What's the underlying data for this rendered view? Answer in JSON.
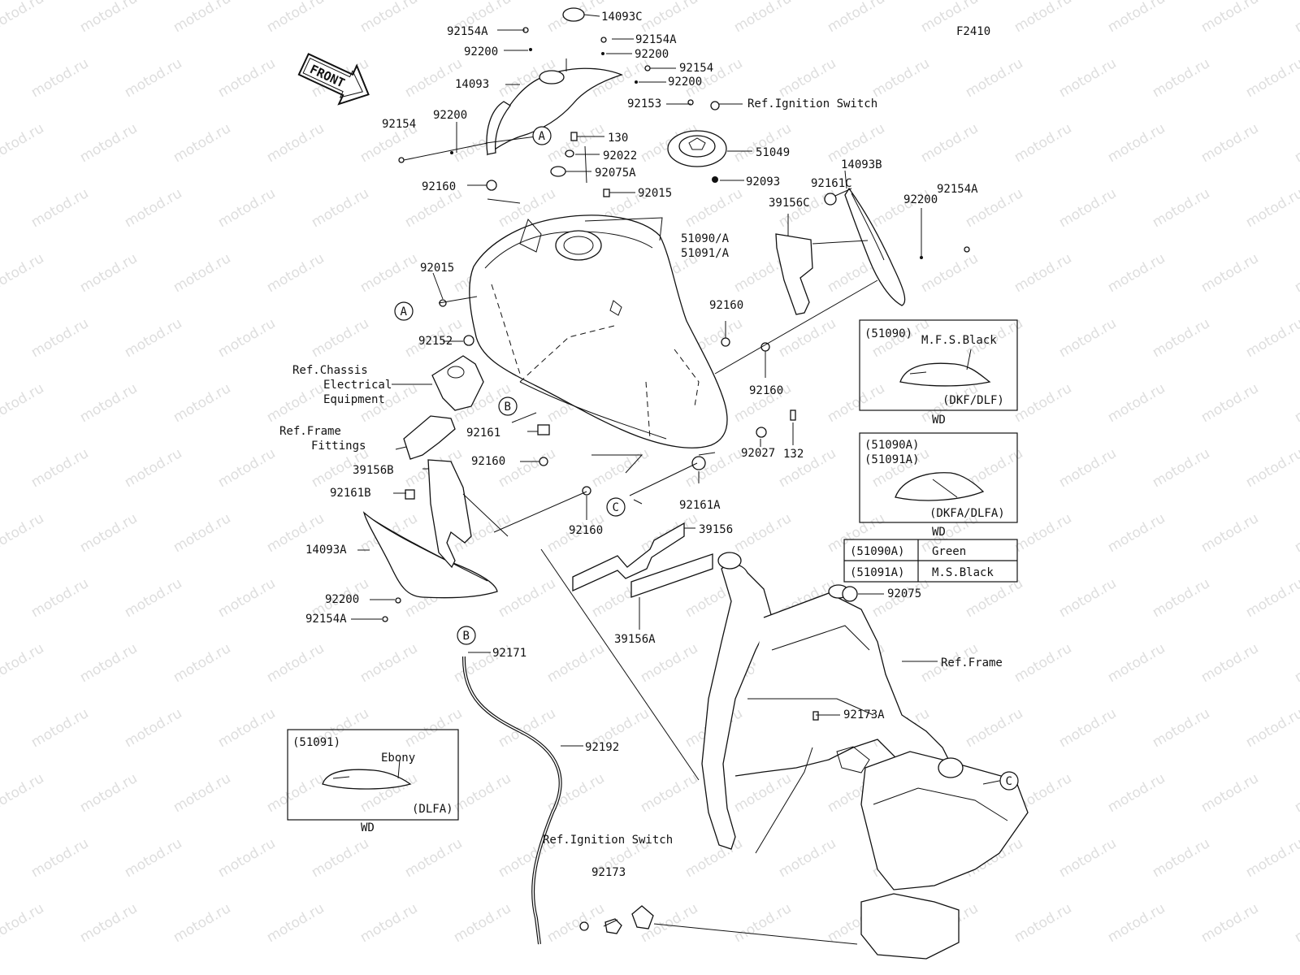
{
  "figure_code": "F2410",
  "front_label": "FRONT",
  "watermark": "motod.ru",
  "callouts": [
    {
      "id": "c-14093c",
      "text": "14093C"
    },
    {
      "id": "c-92154a-1",
      "text": "92154A"
    },
    {
      "id": "c-92154a-2",
      "text": "92154A"
    },
    {
      "id": "c-92200-1",
      "text": "92200"
    },
    {
      "id": "c-92200-2",
      "text": "92200"
    },
    {
      "id": "c-14093",
      "text": "14093"
    },
    {
      "id": "c-92154-1",
      "text": "92154"
    },
    {
      "id": "c-92200-3",
      "text": "92200"
    },
    {
      "id": "c-92153",
      "text": "92153"
    },
    {
      "id": "c-ref-ign-1",
      "text": "Ref.Ignition Switch"
    },
    {
      "id": "c-92200-4",
      "text": "92200"
    },
    {
      "id": "c-92154-2",
      "text": "92154"
    },
    {
      "id": "c-130",
      "text": "130"
    },
    {
      "id": "c-92022",
      "text": "92022"
    },
    {
      "id": "c-51049",
      "text": "51049"
    },
    {
      "id": "c-92075a",
      "text": "92075A"
    },
    {
      "id": "c-92093",
      "text": "92093"
    },
    {
      "id": "c-14093b",
      "text": "14093B"
    },
    {
      "id": "c-92160-1",
      "text": "92160"
    },
    {
      "id": "c-92015-1",
      "text": "92015"
    },
    {
      "id": "c-92161c",
      "text": "92161C"
    },
    {
      "id": "c-39156c",
      "text": "39156C"
    },
    {
      "id": "c-92154a-3",
      "text": "92154A"
    },
    {
      "id": "c-51090a",
      "text": "51090/A"
    },
    {
      "id": "c-51091a",
      "text": "51091/A"
    },
    {
      "id": "c-92200-5",
      "text": "92200"
    },
    {
      "id": "c-92015-2",
      "text": "92015"
    },
    {
      "id": "c-92160-2",
      "text": "92160"
    },
    {
      "id": "c-92152",
      "text": "92152"
    },
    {
      "id": "c-ref-chassis-1",
      "text": "Ref.Chassis"
    },
    {
      "id": "c-ref-chassis-2",
      "text": "Electrical"
    },
    {
      "id": "c-ref-chassis-3",
      "text": "Equipment"
    },
    {
      "id": "c-92160-3",
      "text": "92160"
    },
    {
      "id": "c-ref-frame-f1",
      "text": "Ref.Frame"
    },
    {
      "id": "c-ref-frame-f2",
      "text": "Fittings"
    },
    {
      "id": "c-92161",
      "text": "92161"
    },
    {
      "id": "c-132",
      "text": "132"
    },
    {
      "id": "c-92160-4",
      "text": "92160"
    },
    {
      "id": "c-92027",
      "text": "92027"
    },
    {
      "id": "c-39156b",
      "text": "39156B"
    },
    {
      "id": "c-92161a",
      "text": "92161A"
    },
    {
      "id": "c-92161b",
      "text": "92161B"
    },
    {
      "id": "c-92160-5",
      "text": "92160"
    },
    {
      "id": "c-39156",
      "text": "39156"
    },
    {
      "id": "c-14093a",
      "text": "14093A"
    },
    {
      "id": "c-92200-6",
      "text": "92200"
    },
    {
      "id": "c-92154a-4",
      "text": "92154A"
    },
    {
      "id": "c-92075",
      "text": "92075"
    },
    {
      "id": "c-39156a",
      "text": "39156A"
    },
    {
      "id": "c-92171",
      "text": "92171"
    },
    {
      "id": "c-ref-frame",
      "text": "Ref.Frame"
    },
    {
      "id": "c-92173a",
      "text": "92173A"
    },
    {
      "id": "c-92192",
      "text": "92192"
    },
    {
      "id": "c-ref-ign-2",
      "text": "Ref.Ignition Switch"
    },
    {
      "id": "c-92173",
      "text": "92173"
    }
  ],
  "markers": [
    "A",
    "A",
    "B",
    "B",
    "C",
    "C"
  ],
  "variant_boxes": [
    {
      "code": "(51090)",
      "color": "M.F.S.Black",
      "models": "(DKF/DLF)",
      "wd": "WD"
    },
    {
      "code1": "(51090A)",
      "code2": "(51091A)",
      "models": "(DKFA/DLFA)",
      "wd": "WD"
    },
    {
      "code": "(51091)",
      "color": "Ebony",
      "models": "(DLFA)",
      "wd": "WD"
    }
  ],
  "color_table": [
    {
      "code": "(51090A)",
      "color": "Green"
    },
    {
      "code": "(51091A)",
      "color": "M.S.Black"
    }
  ]
}
